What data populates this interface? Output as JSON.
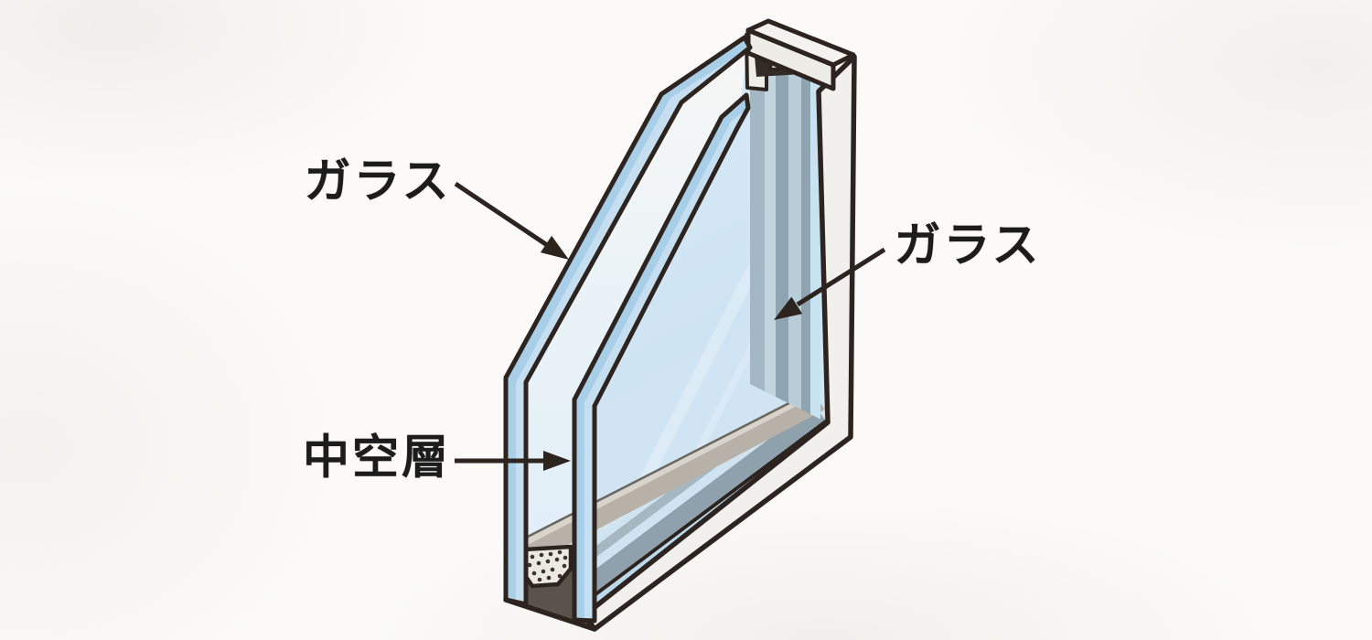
{
  "diagram": {
    "subject": "double-glazing-window-cutaway",
    "labels": {
      "glass_left": {
        "text": "ガラス"
      },
      "glass_right": {
        "text": "ガラス"
      },
      "air_layer": {
        "text": "中空層"
      }
    },
    "colors": {
      "background": "#fbfaf8",
      "outline": "#2d2420",
      "glass_edge_blue": "#a8cee8",
      "glass_edge_light": "#c6dff0",
      "glass_face": "#d6e9f6",
      "frame_white": "#f2f0ec",
      "spacer_fill": "#ece9e2",
      "spacer_dots": "#3b342e",
      "sill_dark": "#5a534c",
      "ledge_gray": "#b7b1a8",
      "inner_frame_gray": "#8fa1ac",
      "label_text": "#1c1c1c"
    }
  }
}
